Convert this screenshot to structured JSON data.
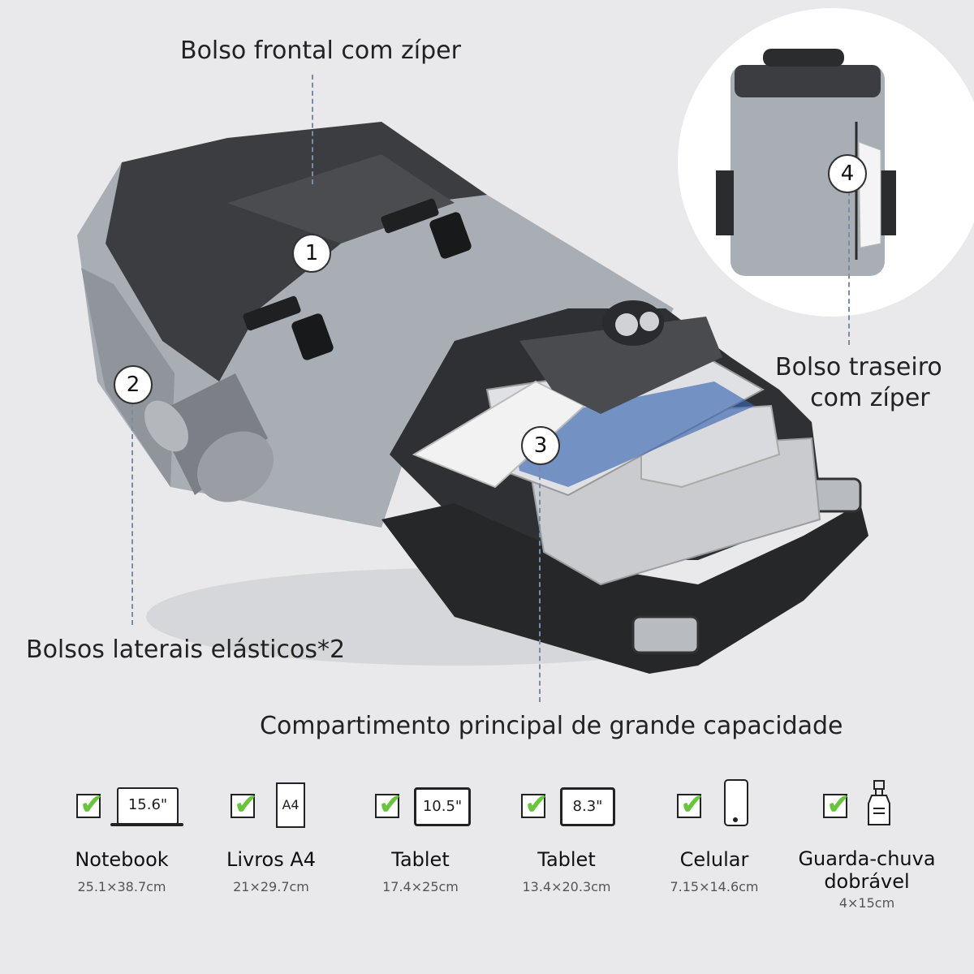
{
  "callouts": {
    "front_pocket": "Bolso frontal com zíper",
    "side_pockets": "Bolsos laterais elásticos*2",
    "main_compartment": "Compartimento principal de grande capacidade",
    "back_pocket_line1": "Bolso traseiro",
    "back_pocket_line2": "com zíper"
  },
  "badges": [
    "1",
    "2",
    "3",
    "4"
  ],
  "features": [
    {
      "icon": "laptop-icon",
      "size_label": "15.6\"",
      "name": "Notebook",
      "dims": "25.1×38.7cm"
    },
    {
      "icon": "document-icon",
      "size_label": "A4",
      "name": "Livros A4",
      "dims": "21×29.7cm"
    },
    {
      "icon": "tablet-icon",
      "size_label": "10.5\"",
      "name": "Tablet",
      "dims": "17.4×25cm"
    },
    {
      "icon": "tablet-icon",
      "size_label": "8.3\"",
      "name": "Tablet",
      "dims": "13.4×20.3cm"
    },
    {
      "icon": "phone-icon",
      "size_label": "",
      "name": "Celular",
      "dims": "7.15×14.6cm"
    },
    {
      "icon": "umbrella-bottle-icon",
      "size_label": "",
      "name_line1": "Guarda-chuva",
      "name_line2": "dobrável",
      "dims": "4×15cm"
    }
  ],
  "colors": {
    "background": "#e9e9eb",
    "bag_gray": "#a9aeb4",
    "bag_dark": "#3b3d40",
    "check_green": "#67c63a",
    "leader_line": "#7d8aa4"
  }
}
